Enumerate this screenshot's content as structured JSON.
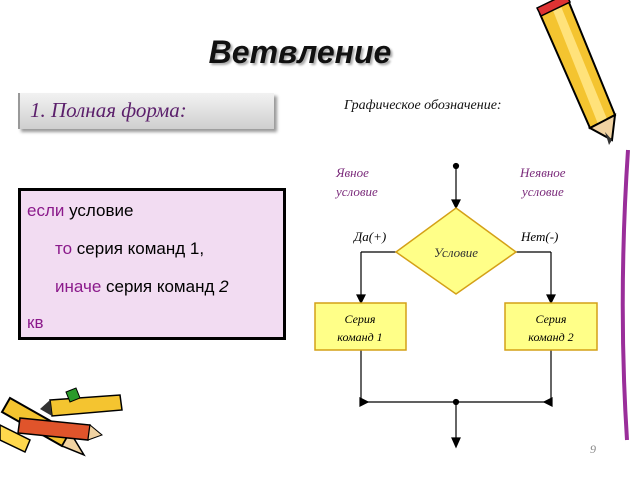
{
  "slide": {
    "title": "Ветвление",
    "subheading": "1. Полная форма:",
    "graphic_caption": "Графическое обозначение:",
    "page_number": "9"
  },
  "code": {
    "if_keyword": "если",
    "if_text": " условие",
    "then_keyword": "то",
    "then_text": " серия команд 1,",
    "else_keyword": "иначе",
    "else_text": " серия команд ",
    "else_number": "2",
    "end_keyword": "кв"
  },
  "flowchart": {
    "explicit_label_1": "Явное",
    "explicit_label_2": "условие",
    "implicit_label_1": "Неявное",
    "implicit_label_2": "условие",
    "yes_label": "Да(+)",
    "no_label": "Нет(-)",
    "condition": "Условие",
    "series1_line1": "Серия",
    "series1_line2": "команд 1",
    "series2_line1": "Серия",
    "series2_line2": "команд 2"
  },
  "colors": {
    "subhead_text": "#5b1f6b",
    "keyword": "#8b1a8b",
    "code_bg": "#f2dcf2",
    "shape_fill": "#ffff88",
    "shape_stroke": "#d4a017",
    "annotation": "#7a2a7a"
  },
  "icons": [
    "pencil-top-right-icon",
    "pencils-bottom-left-icon"
  ]
}
